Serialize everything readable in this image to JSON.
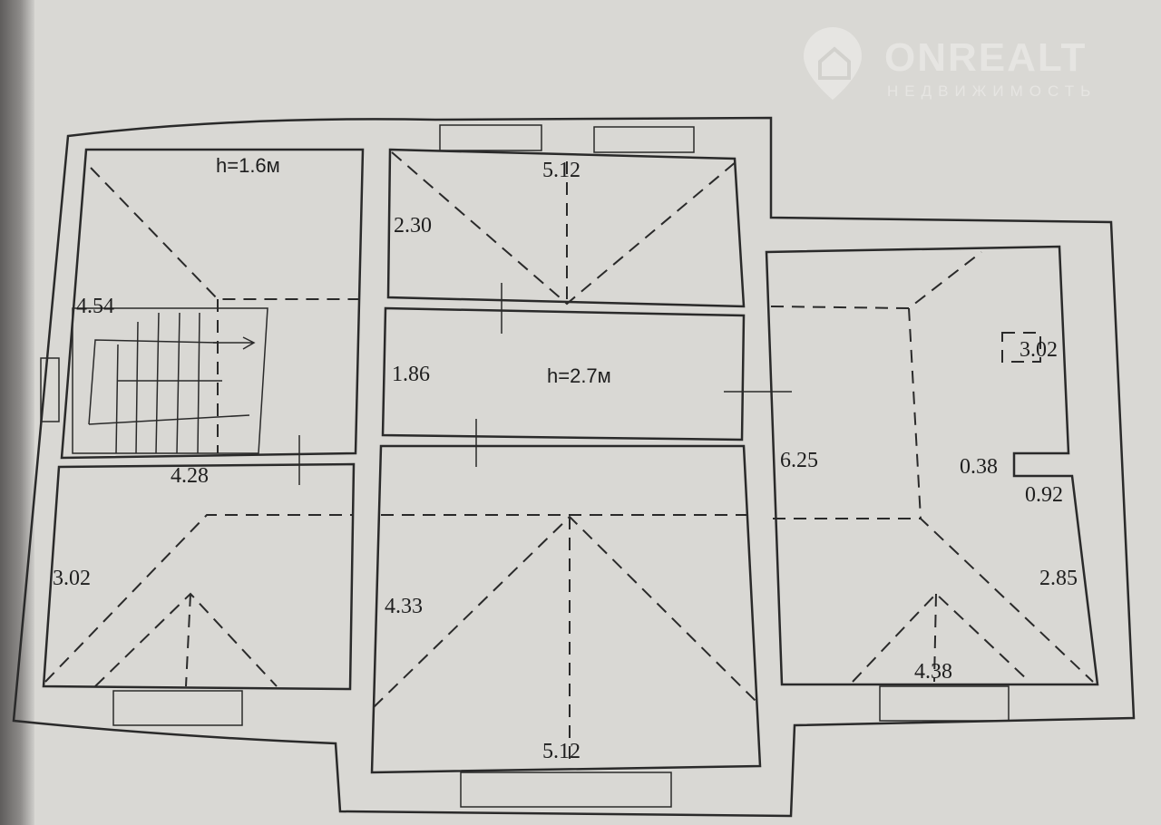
{
  "watermark": {
    "brand": "ONREALT",
    "subtitle": "НЕДВИЖИМОСТЬ"
  },
  "heights": {
    "low": "h=1.6м",
    "main": "h=2.7м"
  },
  "dimensions": {
    "stair_width": "4.54",
    "top_room_width": "5.12",
    "top_room_depth": "2.30",
    "hall_depth": "1.86",
    "left_room_width": "4.28",
    "left_room_depth": "3.02",
    "center_room_depth": "4.33",
    "bottom_room_width": "5.12",
    "right_room_depth": "6.25",
    "right_box": "3.02",
    "notch_depth": "0.38",
    "notch_width": "0.92",
    "right_lower": "2.85",
    "right_room_width": "4.38"
  }
}
